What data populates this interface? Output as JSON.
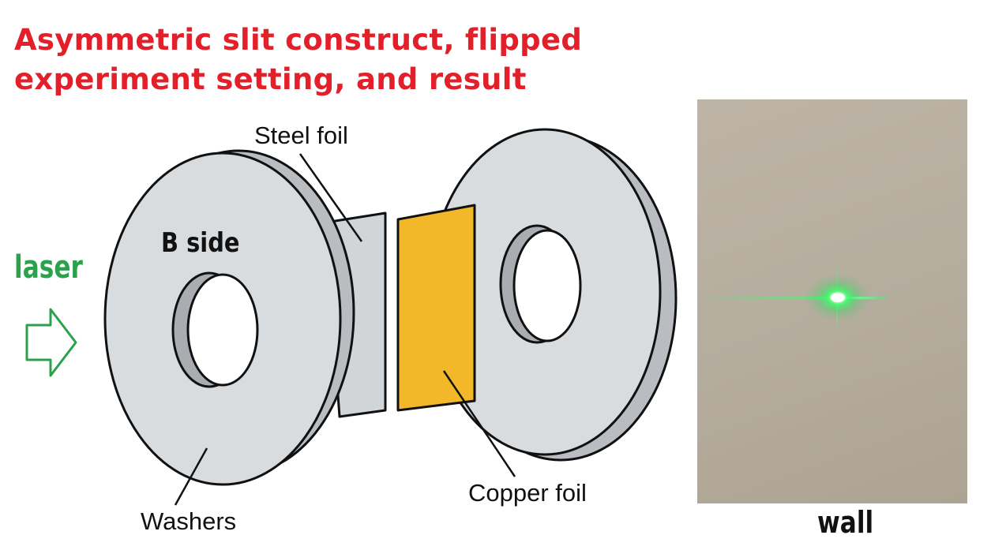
{
  "title": {
    "line1": "Asymmetric slit construct, flipped",
    "line2": "experiment setting, and result",
    "color": "#e3202a"
  },
  "labels": {
    "steel_foil": "Steel foil",
    "washers": "Washers",
    "copper_foil": "Copper foil",
    "b_side": "B side",
    "laser": "laser",
    "wall": "wall"
  },
  "colors": {
    "laser_text": "#2aa14a",
    "arrow": "#2aa14a",
    "washer_face": "#d9dcdf",
    "washer_rim": "#b9bdc2",
    "washer_hole_inner": "#a9adb2",
    "steel_foil": "#d2d5d8",
    "copper_foil": "#f2b829",
    "wall": "#b5ad9e",
    "laser_spot": "#3cff6a"
  },
  "icons": {
    "laser_arrow": "right-arrow-outline-icon"
  }
}
